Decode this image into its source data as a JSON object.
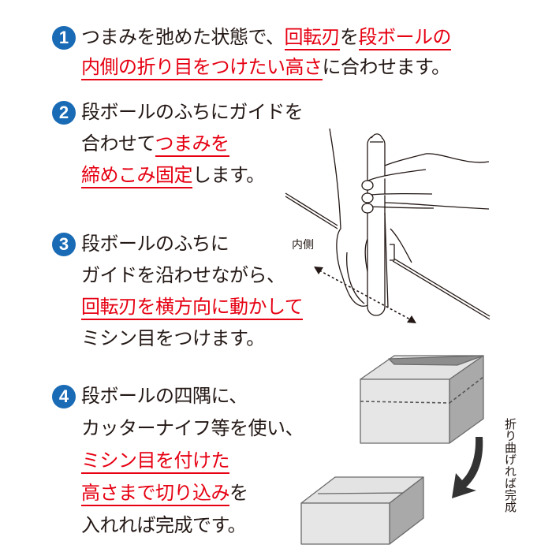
{
  "colors": {
    "badge": "#1a6bb5",
    "highlight": "#e60012",
    "text": "#231815",
    "box_front": "#e6e6e6",
    "box_side": "#a9a9a9",
    "arrow": "#333333"
  },
  "steps": [
    {
      "number": "1",
      "lines": [
        [
          {
            "t": "つまみを弛めた状態で、",
            "h": false
          },
          {
            "t": "回転刃",
            "h": true
          },
          {
            "t": "を",
            "h": false
          },
          {
            "t": "段ボールの",
            "h": true
          }
        ],
        [
          {
            "t": "内側の折り目をつけたい高さ",
            "h": true
          },
          {
            "t": "に合わせます。",
            "h": false
          }
        ]
      ]
    },
    {
      "number": "2",
      "lines": [
        [
          {
            "t": "段ボールのふちにガイドを",
            "h": false
          }
        ],
        [
          {
            "t": "合わせて",
            "h": false
          },
          {
            "t": "つまみを",
            "h": true
          }
        ],
        [
          {
            "t": "締めこみ固定",
            "h": true
          },
          {
            "t": "します。",
            "h": false
          }
        ]
      ]
    },
    {
      "number": "3",
      "lines": [
        [
          {
            "t": "段ボールのふちに",
            "h": false
          }
        ],
        [
          {
            "t": "ガイドを沿わせながら、",
            "h": false
          }
        ],
        [
          {
            "t": "回転刃を横方向に動かして",
            "h": true
          }
        ],
        [
          {
            "t": "ミシン目をつけます。",
            "h": false
          }
        ]
      ]
    },
    {
      "number": "4",
      "lines": [
        [
          {
            "t": "段ボールの四隅に、",
            "h": false
          }
        ],
        [
          {
            "t": "カッターナイフ等を使い、",
            "h": false
          }
        ],
        [
          {
            "t": "ミシン目を付けた",
            "h": true
          }
        ],
        [
          {
            "t": "高さまで切り込み",
            "h": true
          },
          {
            "t": "を",
            "h": false
          }
        ],
        [
          {
            "t": "入れれば完成です。",
            "h": false
          }
        ]
      ]
    }
  ],
  "illustration": {
    "inner_side_label": "内側",
    "fold_label": "折り曲げれば完成",
    "icons": [
      "hand-holding-tool",
      "dotted-direction-arrow",
      "open-box-with-perforation",
      "curved-down-arrow",
      "closed-box"
    ]
  }
}
